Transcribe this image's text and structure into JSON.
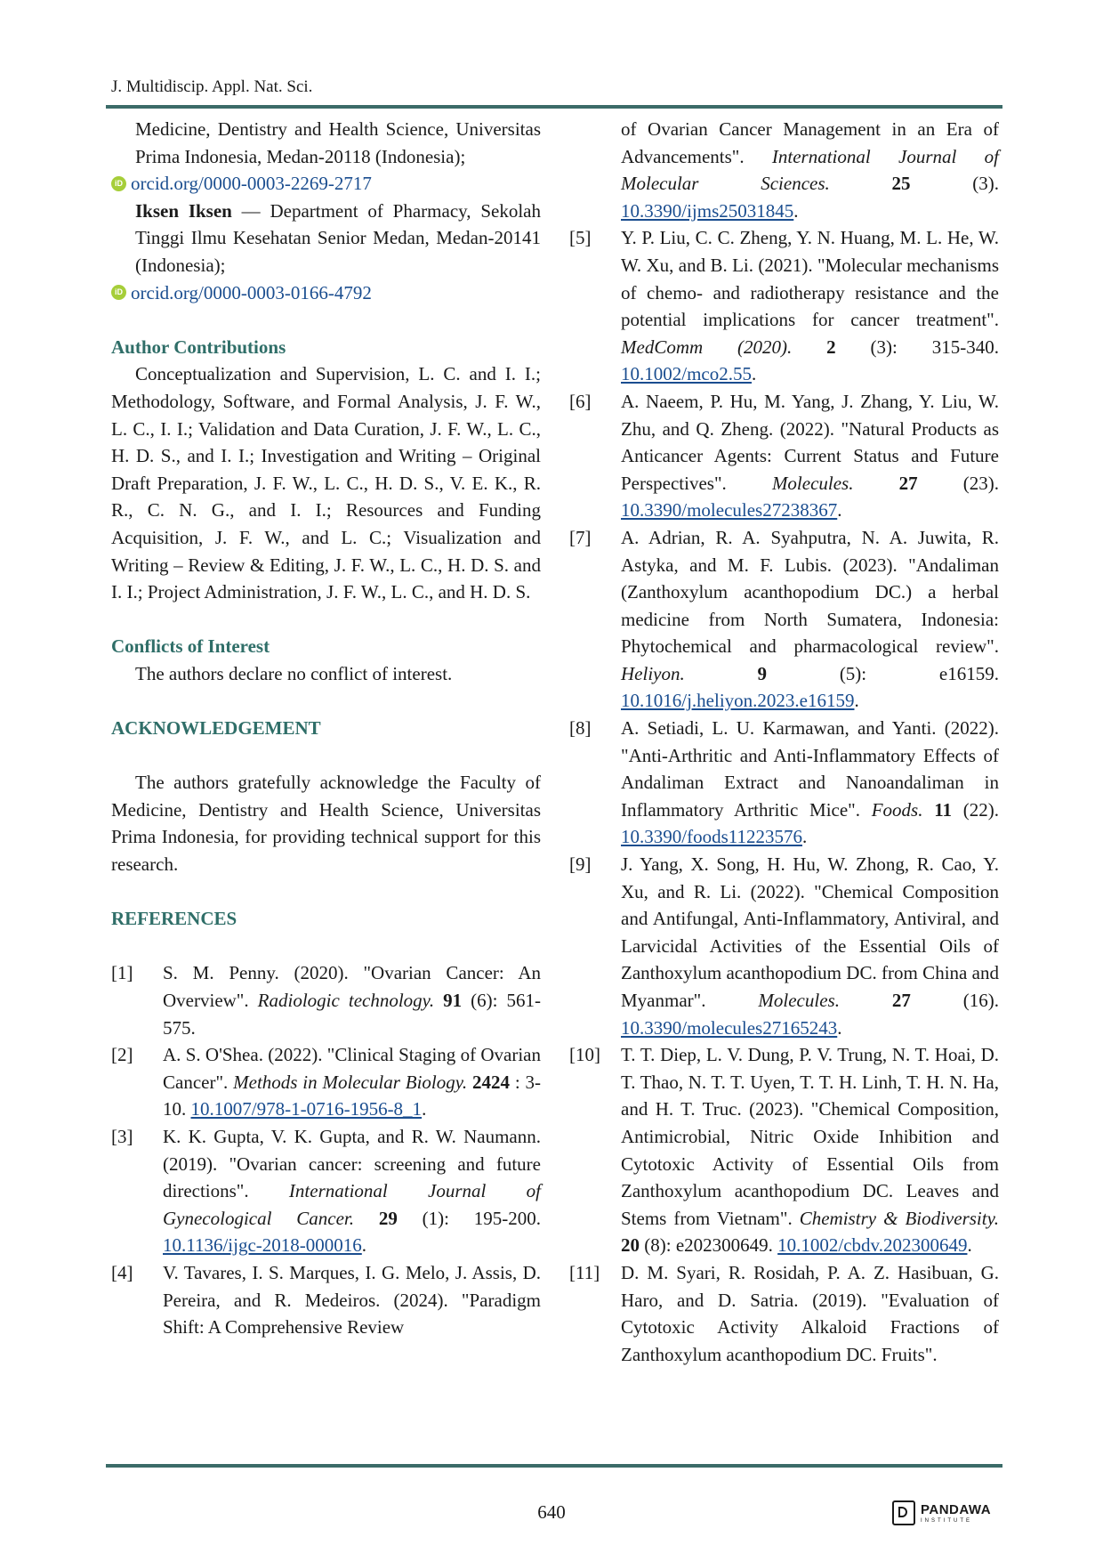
{
  "header": {
    "journal": "J. Multidiscip. Appl. Nat. Sci."
  },
  "left": {
    "affiliation_cont": "Medicine, Dentistry and Health Science, Universitas Prima Indonesia, Medan-20118 (Indonesia);",
    "orcid_1": "orcid.org/0000-0003-2269-2717",
    "author2_name": "Iksen Iksen",
    "author2_aff": " — Department of Pharmacy, Sekolah Tinggi Ilmu Kesehatan Senior Medan, Medan-20141 (Indonesia);",
    "orcid_2": "orcid.org/0000-0003-0166-4792",
    "contributions_heading": "Author Contributions",
    "contributions_text": "Conceptualization and Supervision, L. C. and I. I.; Methodology, Software, and Formal Analysis, J. F. W., L. C., I. I.; Validation and Data Curation, J. F. W., L. C., H. D. S., and I. I.; Investigation and Writing – Original Draft Preparation, J. F. W., L. C., H. D. S., V. E. K., R. R., C. N. G., and I. I.; Resources and Funding Acquisition, J. F. W., and L. C.; Visualization and Writing – Review & Editing, J. F. W., L. C., H. D. S. and I. I.; Project Administration, J. F. W., L. C., and H. D. S.",
    "conflicts_heading": "Conflicts of Interest",
    "conflicts_text": "The authors declare no conflict of interest.",
    "ack_heading": "ACKNOWLEDGEMENT",
    "ack_text": "The authors gratefully acknowledge the Faculty of Medicine, Dentistry and Health Science, Universitas Prima Indonesia, for providing technical support for this research.",
    "references_heading": "REFERENCES"
  },
  "references": [
    {
      "num": "[1]",
      "authors": "S. M. Penny. (2020). \"Ovarian Cancer: An Overview\". ",
      "journal": "Radiologic technology.",
      "volume": "91",
      "rest": " (6): 561-575.",
      "doi": ""
    },
    {
      "num": "[2]",
      "authors": "A. S. O'Shea. (2022). \"Clinical Staging of Ovarian Cancer\". ",
      "journal": "Methods in Molecular Biology.",
      "volume": "2424",
      "rest": " : 3-10. ",
      "doi": "10.1007/978-1-0716-1956-8_1"
    },
    {
      "num": "[3]",
      "authors": "K. K. Gupta, V. K. Gupta, and R. W. Naumann. (2019). \"Ovarian cancer: screening and future directions\". ",
      "journal": "International Journal of Gynecological Cancer.",
      "volume": "29",
      "rest": " (1): 195-200. ",
      "doi": "10.1136/ijgc-2018-000016"
    },
    {
      "num": "[4]",
      "authors": "V. Tavares, I. S. Marques, I. G. Melo, J. Assis, D. Pereira, and R. Medeiros. (2024). \"Paradigm Shift: A Comprehensive Review",
      "journal": "",
      "volume": "",
      "rest": "",
      "doi": ""
    },
    {
      "num": "",
      "authors": "of Ovarian Cancer Management in an Era of Advancements\". ",
      "journal": "International Journal of Molecular Sciences.",
      "volume": "25",
      "rest": " (3). ",
      "doi": "10.3390/ijms25031845"
    },
    {
      "num": "[5]",
      "authors": "Y. P. Liu, C. C. Zheng, Y. N. Huang, M. L. He, W. W. Xu, and B. Li. (2021). \"Molecular mechanisms of chemo- and radiotherapy resistance and the potential implications for cancer treatment\". ",
      "journal": "MedComm (2020).",
      "volume": "2",
      "rest": " (3): 315-340. ",
      "doi": "10.1002/mco2.55"
    },
    {
      "num": "[6]",
      "authors": "A. Naeem, P. Hu, M. Yang, J. Zhang, Y. Liu, W. Zhu, and Q. Zheng. (2022). \"Natural Products as Anticancer Agents: Current Status and Future Perspectives\". ",
      "journal": "Molecules.",
      "volume": "27",
      "rest": " (23). ",
      "doi": "10.3390/molecules27238367"
    },
    {
      "num": "[7]",
      "authors": "A. Adrian, R. A. Syahputra, N. A. Juwita, R. Astyka, and M. F. Lubis. (2023). \"Andaliman (Zanthoxylum acanthopodium DC.) a herbal medicine from North Sumatera, Indonesia: Phytochemical and pharmacological review\". ",
      "journal": "Heliyon.",
      "volume": "9",
      "rest": " (5): e16159. ",
      "doi": "10.1016/j.heliyon.2023.e16159"
    },
    {
      "num": "[8]",
      "authors": "A. Setiadi, L. U. Karmawan, and Yanti. (2022). \"Anti-Arthritic and Anti-Inflammatory Effects of Andaliman Extract and Nanoandaliman in Inflammatory Arthritic Mice\". ",
      "journal": "Foods.",
      "volume": "11",
      "rest": " (22). ",
      "doi": "10.3390/foods11223576"
    },
    {
      "num": "[9]",
      "authors": "J. Yang, X. Song, H. Hu, W. Zhong, R. Cao, Y. Xu, and R. Li. (2022). \"Chemical Composition and Antifungal, Anti-Inflammatory, Antiviral, and Larvicidal Activities of the Essential Oils of Zanthoxylum acanthopodium DC. from China and Myanmar\". ",
      "journal": "Molecules.",
      "volume": "27",
      "rest": " (16). ",
      "doi": "10.3390/molecules27165243"
    },
    {
      "num": "[10]",
      "authors": "T. T. Diep, L. V. Dung, P. V. Trung, N. T. Hoai, D. T. Thao, N. T. T. Uyen, T. T. H. Linh, T. H. N. Ha, and H. T. Truc. (2023). \"Chemical Composition, Antimicrobial, Nitric Oxide Inhibition and Cytotoxic Activity of Essential Oils from Zanthoxylum acanthopodium DC. Leaves and Stems from Vietnam\". ",
      "journal": "Chemistry & Biodiversity.",
      "volume": "20",
      "rest": " (8): e202300649. ",
      "doi": "10.1002/cbdv.202300649"
    },
    {
      "num": "[11]",
      "authors": "D. M. Syari, R. Rosidah, P. A. Z. Hasibuan, G. Haro, and D. Satria. (2019). \"Evaluation of Cytotoxic Activity Alkaloid Fractions of Zanthoxylum acanthopodium DC. Fruits\".",
      "journal": "",
      "volume": "",
      "rest": "",
      "doi": ""
    }
  ],
  "footer": {
    "page": "640",
    "logo_name": "PANDAWA",
    "logo_sub": "INSTITUTE"
  },
  "colors": {
    "heading": "#2f6e68",
    "rule": "#3b6b68",
    "link": "#1a4d8f",
    "orcid": "#a6ce39"
  }
}
